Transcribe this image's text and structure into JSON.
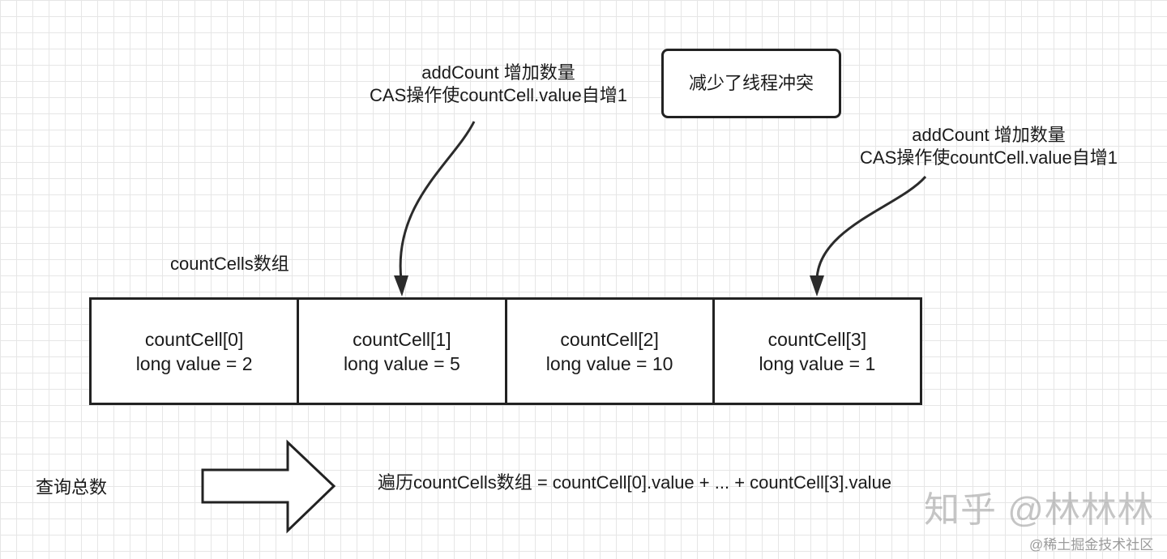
{
  "notes": {
    "top_line1": "addCount 增加数量",
    "top_line2": "CAS操作使countCell.value自增1",
    "right_line1": "addCount 增加数量",
    "right_line2": "CAS操作使countCell.value自增1"
  },
  "callout": "减少了线程冲突",
  "array_label": "countCells数组",
  "cells": [
    {
      "name": "countCell[0]",
      "value": "long value = 2"
    },
    {
      "name": "countCell[1]",
      "value": "long value = 5"
    },
    {
      "name": "countCell[2]",
      "value": "long value = 10"
    },
    {
      "name": "countCell[3]",
      "value": "long value = 1"
    }
  ],
  "query_label": "查询总数",
  "sum_formula": "遍历countCells数组 = countCell[0].value + ... + countCell[3].value",
  "watermarks": {
    "zhihu": "知乎 @林林林",
    "juejin": "@稀土掘金技术社区"
  }
}
